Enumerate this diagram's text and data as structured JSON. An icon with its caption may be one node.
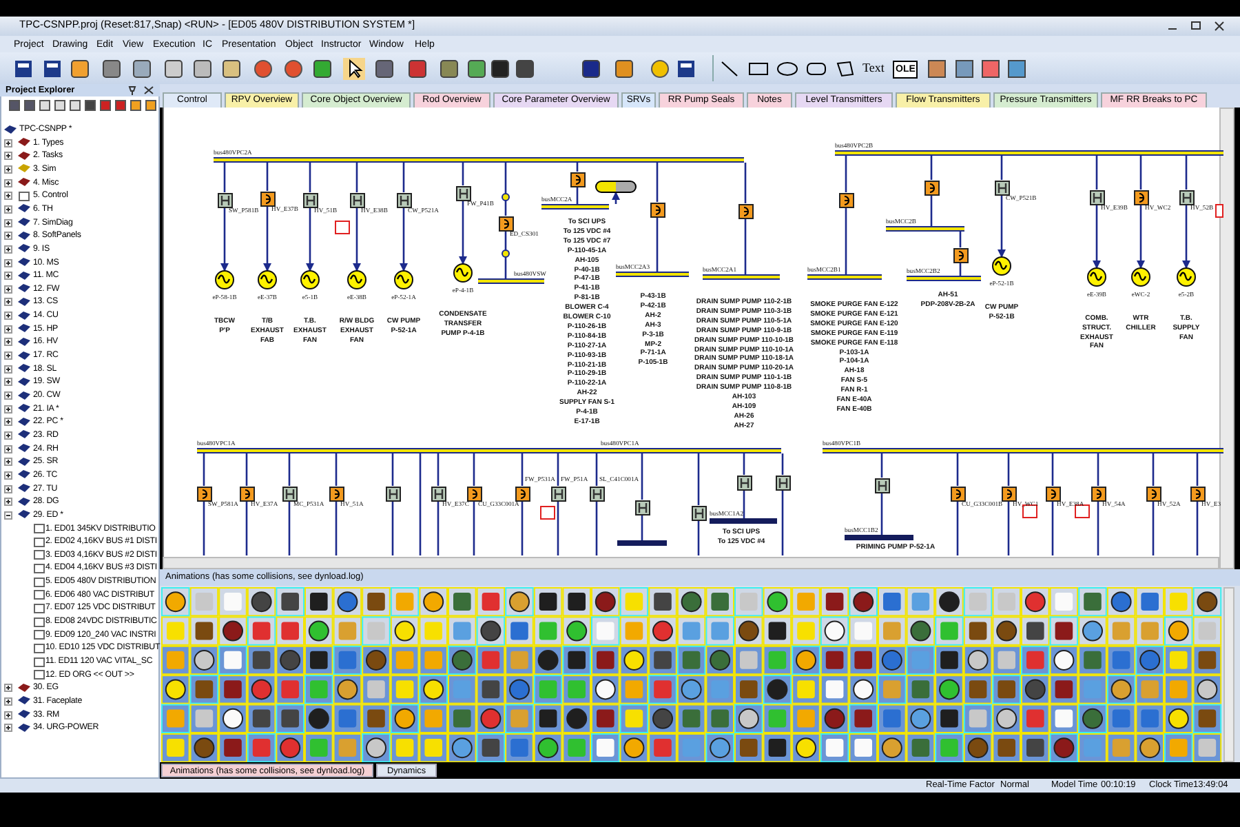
{
  "diagram": {
    "nodes": [
      {
        "text": [
          "bus480VPC2A"
        ]
      },
      {
        "text": [],
        "shape": "box",
        "beside": [
          "SW_P581B"
        ]
      },
      {
        "text": [],
        "shape": "circle",
        "beside": [
          "eP-58-1B",
          "TBCW P'P"
        ]
      },
      {
        "text": [],
        "shape": "box",
        "beside": [
          "HV_E37B"
        ]
      },
      {
        "text": [],
        "shape": "circle",
        "beside": [
          "eE-37B",
          "T/B EXHAUST FAB"
        ]
      },
      {
        "text": [],
        "shape": "box",
        "beside": [
          "HV_51B"
        ]
      },
      {
        "text": [],
        "shape": "circle",
        "beside": [
          "e5-1B",
          "T.B. EXHAUST FAN"
        ]
      },
      {
        "text": [],
        "shape": "box",
        "beside": [
          "HV_E38B"
        ]
      },
      {
        "text": [],
        "shape": "circle",
        "beside": [
          "eE-38B",
          "R/W BLDG EXHAUST FAN"
        ]
      },
      {
        "text": [],
        "shape": "box",
        "beside": [
          "CW_P521A"
        ]
      },
      {
        "text": [],
        "shape": "circle",
        "beside": [
          "eP-52-1A",
          "CW PUMP P-52-1A"
        ]
      },
      {
        "text": [],
        "shape": "box",
        "beside": [
          "FW_P41B"
        ]
      },
      {
        "text": [],
        "shape": "circle",
        "beside": [
          "eP-4-1B",
          "CONDENSATE TRANSFER PUMP P-4-1B"
        ]
      },
      {
        "text": [],
        "shape": "box",
        "beside": [
          "ED_CS301"
        ]
      },
      {
        "text": [
          "bus480VSW"
        ]
      },
      {
        "text": [],
        "shape": "box"
      },
      {
        "text": [
          "busMCC2A"
        ],
        "beside": [
          "To SCI UPS",
          "To 125 VDC #4",
          "To 125 VDC #7",
          "P-110-45-1A",
          "AH-105",
          "P-40-1B",
          "P-47-1B",
          "P-41-1B",
          "P-81-1B",
          "BLOWER C-4",
          "BLOWER C-10",
          "P-110-26-1B",
          "P-110-84-1B",
          "P-110-27-1A",
          "P-110-93-1B",
          "P-110-21-1B",
          "P-110-29-1B",
          "P-110-22-1A",
          "AH-22",
          "SUPPLY FAN S-1",
          "P-4-1B",
          "E-17-1B"
        ]
      },
      {
        "text": [],
        "shape": "box"
      },
      {
        "text": [],
        "shape": "box"
      },
      {
        "text": [
          "busMCC2A3"
        ],
        "beside": [
          "P-43-1B",
          "P-42-1B",
          "AH-2",
          "AH-3",
          "P-3-1B",
          "MP-2",
          "P-71-1A",
          "P-105-1B"
        ]
      },
      {
        "text": [],
        "shape": "box"
      },
      {
        "text": [
          "busMCC2A1"
        ],
        "beside": [
          "DRAIN SUMP PUMP 110-2-1B",
          "DRAIN SUMP PUMP 110-3-1B",
          "DRAIN SUMP PUMP 110-5-1A",
          "DRAIN SUMP PUMP 110-9-1B",
          "DRAIN SUMP PUMP 110-10-1B",
          "DRAIN SUMP PUMP 110-10-1A",
          "DRAIN SUMP PUMP 110-18-1A",
          "DRAIN SUMP PUMP 110-20-1A",
          "DRAIN SUMP PUMP 110-1-1B",
          "DRAIN SUMP PUMP 110-8-1B",
          "AH-103",
          "AH-109",
          "AH-26",
          "AH-27"
        ]
      },
      {
        "text": [
          "bus480VPC2B"
        ]
      },
      {
        "text": [],
        "shape": "box"
      },
      {
        "text": [
          "busMCC2B1"
        ],
        "beside": [
          "SMOKE PURGE FAN E-122",
          "SMOKE PURGE FAN E-121",
          "SMOKE PURGE FAN E-120",
          "SMOKE PURGE FAN E-119",
          "SMOKE PURGE FAN E-118",
          "P-103-1A",
          "P-104-1A",
          "AH-18",
          "FAN S-5",
          "FAN R-1",
          "FAN E-40A",
          "FAN E-40B"
        ]
      },
      {
        "text": [],
        "shape": "box"
      },
      {
        "text": [
          "busMCC2B"
        ]
      },
      {
        "text": [],
        "shape": "box"
      },
      {
        "text": [
          "busMCC2B2"
        ],
        "beside": [
          "AH-51",
          "PDP-208V-2B-2A"
        ]
      },
      {
        "text": [],
        "shape": "box",
        "beside": [
          "CW_P521B"
        ]
      },
      {
        "text": [],
        "shape": "circle",
        "beside": [
          "eP-52-1B",
          "CW PUMP P-52-1B"
        ]
      },
      {
        "text": [],
        "shape": "box",
        "beside": [
          "HV_E39B"
        ]
      },
      {
        "text": [],
        "shape": "circle",
        "beside": [
          "eE-39B",
          "COMB. STRUCT. EXHAUST FAN"
        ]
      },
      {
        "text": [],
        "shape": "box",
        "beside": [
          "HV_WC2"
        ]
      },
      {
        "text": [],
        "shape": "circle",
        "beside": [
          "eWC-2",
          "WTR CHILLER"
        ]
      },
      {
        "text": [],
        "shape": "box",
        "beside": [
          "HV_52B"
        ]
      },
      {
        "text": [],
        "shape": "circle",
        "beside": [
          "e5-2B",
          "T.B. SUPPLY FAN"
        ]
      },
      {
        "text": [
          "bus480VPC1A"
        ]
      },
      {
        "text": [
          "bus480VPC1A"
        ]
      },
      {
        "text": [
          "bus480VPC1B"
        ]
      },
      {
        "text": [],
        "shape": "box",
        "beside": [
          "SW_P581A"
        ]
      },
      {
        "text": [],
        "shape": "box",
        "beside": [
          "HV_E37A"
        ]
      },
      {
        "text": [],
        "shape": "box",
        "beside": [
          "MC_P531A"
        ]
      },
      {
        "text": [],
        "shape": "box",
        "beside": [
          "HV_51A"
        ]
      },
      {
        "text": [],
        "shape": "box"
      },
      {
        "text": [],
        "shape": "box",
        "beside": [
          "HV_E37C"
        ]
      },
      {
        "text": [],
        "shape": "box",
        "beside": [
          "CU_G33C001A"
        ]
      },
      {
        "text": [],
        "shape": "box",
        "beside": [
          "FW_P531A"
        ]
      },
      {
        "text": [],
        "shape": "box",
        "beside": [
          "FW_P51A"
        ]
      },
      {
        "text": [],
        "shape": "box",
        "beside": [
          "SL_C41C001A"
        ]
      },
      {
        "text": [],
        "shape": "box"
      },
      {
        "text": [],
        "shape": "bar"
      },
      {
        "text": [],
        "shape": "box"
      },
      {
        "text": [],
        "shape": "box"
      },
      {
        "text": [
          "busMCC1A2"
        ],
        "beside": [
          "To SCI UPS",
          "To 125 VDC #4"
        ]
      },
      {
        "text": [],
        "shape": "box"
      },
      {
        "text": [],
        "shape": "box"
      },
      {
        "text": [
          "busMCC1B2"
        ],
        "beside": [
          "PRIMING PUMP P-52-1A"
        ]
      },
      {
        "text": [],
        "shape": "box",
        "beside": [
          "CU_G33C001B"
        ]
      },
      {
        "text": [],
        "shape": "box",
        "beside": [
          "HV_WC1"
        ]
      },
      {
        "text": [],
        "shape": "box",
        "beside": [
          "HV_E38A"
        ]
      },
      {
        "text": [],
        "shape": "box",
        "beside": [
          "HV_54A"
        ]
      },
      {
        "text": [],
        "shape": "box",
        "beside": [
          "HV_52A"
        ]
      },
      {
        "text": [],
        "shape": "box",
        "beside": [
          "HV_E3"
        ]
      }
    ],
    "edges": [
      {
        "from": 0,
        "to": 1,
        "arrow": "none"
      },
      {
        "from": 1,
        "to": 2,
        "arrow": "to"
      },
      {
        "from": 0,
        "to": 3,
        "arrow": "none"
      },
      {
        "from": 3,
        "to": 4,
        "arrow": "to"
      },
      {
        "from": 0,
        "to": 5,
        "arrow": "none"
      },
      {
        "from": 5,
        "to": 6,
        "arrow": "to"
      },
      {
        "from": 0,
        "to": 7,
        "arrow": "none"
      },
      {
        "from": 7,
        "to": 8,
        "arrow": "to"
      },
      {
        "from": 0,
        "to": 9,
        "arrow": "none"
      },
      {
        "from": 9,
        "to": 10,
        "arrow": "to"
      },
      {
        "from": 0,
        "to": 11,
        "arrow": "none"
      },
      {
        "from": 11,
        "to": 12,
        "arrow": "to"
      },
      {
        "from": 0,
        "to": 13,
        "arrow": "none"
      },
      {
        "from": 13,
        "to": 14,
        "arrow": "none"
      },
      {
        "from": 0,
        "to": 15,
        "arrow": "none"
      },
      {
        "from": 15,
        "to": 16,
        "arrow": "none"
      },
      {
        "from": 16,
        "to": 17,
        "arrow": "to"
      },
      {
        "from": 0,
        "to": 18,
        "arrow": "none"
      },
      {
        "from": 18,
        "to": 19,
        "arrow": "none"
      },
      {
        "from": 0,
        "to": 20,
        "arrow": "none"
      },
      {
        "from": 20,
        "to": 21,
        "arrow": "none"
      },
      {
        "from": 22,
        "to": 23,
        "arrow": "none"
      },
      {
        "from": 23,
        "to": 24,
        "arrow": "none"
      },
      {
        "from": 22,
        "to": 25,
        "arrow": "none"
      },
      {
        "from": 25,
        "to": 26,
        "arrow": "none"
      },
      {
        "from": 26,
        "to": 27,
        "arrow": "none"
      },
      {
        "from": 27,
        "to": 28,
        "arrow": "none"
      },
      {
        "from": 22,
        "to": 29,
        "arrow": "none"
      },
      {
        "from": 29,
        "to": 30,
        "arrow": "to"
      },
      {
        "from": 22,
        "to": 31,
        "arrow": "none"
      },
      {
        "from": 31,
        "to": 32,
        "arrow": "to"
      },
      {
        "from": 22,
        "to": 33,
        "arrow": "none"
      },
      {
        "from": 33,
        "to": 34,
        "arrow": "to"
      },
      {
        "from": 22,
        "to": 35,
        "arrow": "none"
      },
      {
        "from": 35,
        "to": 36,
        "arrow": "to"
      },
      {
        "from": 37,
        "to": 40,
        "arrow": "none"
      },
      {
        "from": 40,
        "to": null,
        "arrow": "none"
      },
      {
        "from": 37,
        "to": 41,
        "arrow": "none"
      },
      {
        "from": 41,
        "to": null,
        "arrow": "none"
      },
      {
        "from": 37,
        "to": 42,
        "arrow": "none"
      },
      {
        "from": 42,
        "to": null,
        "arrow": "none"
      },
      {
        "from": 37,
        "to": 43,
        "arrow": "none"
      },
      {
        "from": 43,
        "to": null,
        "arrow": "none"
      },
      {
        "from": 37,
        "to": 44,
        "arrow": "none"
      },
      {
        "from": 44,
        "to": null,
        "arrow": "none"
      },
      {
        "from": 37,
        "to": null,
        "arrow": "none"
      },
      {
        "from": 37,
        "to": 45,
        "arrow": "none"
      },
      {
        "from": 45,
        "to": null,
        "arrow": "none"
      },
      {
        "from": 37,
        "to": 46,
        "arrow": "none"
      },
      {
        "from": 46,
        "to": null,
        "arrow": "none"
      },
      {
        "from": 37,
        "to": 47,
        "arrow": "none"
      },
      {
        "from": 47,
        "to": null,
        "arrow": "none"
      },
      {
        "from": 37,
        "to": 48,
        "arrow": "none"
      },
      {
        "from": 48,
        "to": null,
        "arrow": "none"
      },
      {
        "from": 37,
        "to": 49,
        "arrow": "none"
      },
      {
        "from": 49,
        "to": null,
        "arrow": "none"
      },
      {
        "from": 38,
        "to": 50,
        "arrow": "none"
      },
      {
        "from": 50,
        "to": 51,
        "arrow": "none"
      },
      {
        "from": 38,
        "to": 52,
        "arrow": "none"
      },
      {
        "from": 52,
        "to": null,
        "arrow": "none"
      },
      {
        "from": 38,
        "to": 53,
        "arrow": "none"
      },
      {
        "from": 53,
        "to": 54,
        "arrow": "none"
      },
      {
        "from": 38,
        "to": 55,
        "arrow": "none"
      },
      {
        "from": 55,
        "to": null,
        "arrow": "none"
      },
      {
        "from": 39,
        "to": 56,
        "arrow": "none"
      },
      {
        "from": 56,
        "to": 57,
        "arrow": "none"
      },
      {
        "from": 39,
        "to": 58,
        "arrow": "none"
      },
      {
        "from": 58,
        "to": null,
        "arrow": "none"
      },
      {
        "from": 39,
        "to": 59,
        "arrow": "none"
      },
      {
        "from": 59,
        "to": null,
        "arrow": "none"
      },
      {
        "from": 39,
        "to": 60,
        "arrow": "none"
      },
      {
        "from": 60,
        "to": null,
        "arrow": "none"
      },
      {
        "from": 39,
        "to": 61,
        "arrow": "none"
      },
      {
        "from": 61,
        "to": null,
        "arrow": "none"
      },
      {
        "from": 39,
        "to": 62,
        "arrow": "none"
      },
      {
        "from": 62,
        "to": null,
        "arrow": "none"
      },
      {
        "from": 39,
        "to": 63,
        "arrow": "none"
      },
      {
        "from": 63,
        "to": null,
        "arrow": "none"
      }
    ],
    "labels": [
      "TPC-CSNPP.proj (Reset:817,Snap) <RUN> - [ED05 480V DISTRIBUTION SYSTEM *]",
      "Project",
      "Drawing",
      "Edit",
      "View",
      "Execution",
      "IC",
      "Presentation",
      "Object",
      "Instructor",
      "Window",
      "Help",
      "Text",
      "OLE",
      "Project Explorer",
      "TPC-CSNPP *",
      "1. Types",
      "2. Tasks",
      "3. Sim",
      "4. Misc",
      "5. Control",
      "6. TH",
      "7. SimDiag",
      "8. SoftPanels",
      "9. IS",
      "10. MS",
      "11. MC",
      "12. FW",
      "13. CS",
      "14. CU",
      "15. HP",
      "16. HV",
      "17. RC",
      "18. SL",
      "19. SW",
      "20. CW",
      "21. IA *",
      "22. PC *",
      "23. RD",
      "24. RH",
      "25. SR",
      "26. TC",
      "27. TU",
      "28. DG",
      "29. ED *",
      "1. ED01 345KV DISTRIBUTIO",
      "2. ED02 4,16KV BUS #1 DISTI",
      "3. ED03 4,16KV BUS #2 DISTI",
      "4. ED04 4,16KV BUS #3 DISTI",
      "5. ED05 480V DISTRIBUTION",
      "6. ED06 480 VAC DISTRIBUT",
      "7. ED07 125 VDC DISTRIBUT",
      "8. ED08 24VDC DISTRIBUTIC",
      "9. ED09 120_240 VAC INSTRI",
      "10. ED10 125 VDC DISTRIBUT",
      "11. ED11 120 VAC VITAL_SC",
      "12. ED ORG << OUT >>",
      "30. EG",
      "31. Faceplate",
      "33. RM",
      "34. URG-POWER",
      "Control",
      "RPV Overview",
      "Core Object Overview",
      "Rod Overview",
      "Core Parameter Overview",
      "SRVs",
      "RR Pump Seals",
      "Notes",
      "Level Transmitters",
      "Flow Transmitters",
      "Pressure Transmitters",
      "MF RR Breaks to PC",
      "Animations (has some collisions, see dynload.log)",
      "Animations (has some collisions, see dynload.log)",
      "Dynamics",
      "Real-Time Factor",
      "Normal",
      "Model Time",
      "00:10:19",
      "Clock Time",
      "13:49:04"
    ]
  }
}
